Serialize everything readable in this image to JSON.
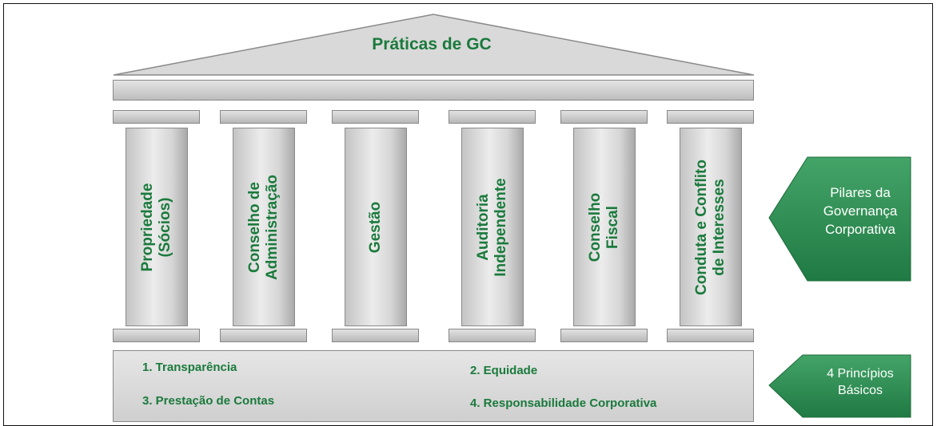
{
  "roof": {
    "title": "Práticas de GC"
  },
  "pillars": [
    {
      "line1": "Propriedade",
      "line2": "(Sócios)"
    },
    {
      "line1": "Conselho de",
      "line2": "Administração"
    },
    {
      "line1": "Gestão",
      "line2": ""
    },
    {
      "line1": "Auditoria",
      "line2": "Independente"
    },
    {
      "line1": "Conselho",
      "line2": "Fiscal"
    },
    {
      "line1": "Conduta e Conflito",
      "line2": "de Interesses"
    }
  ],
  "principles": [
    "1. Transparência",
    "2. Equidade",
    "3. Prestação de Contas",
    "4. Responsabilidade Corporativa"
  ],
  "labels": {
    "pillars_arrow": {
      "line1": "Pilares da",
      "line2": "Governança",
      "line3": "Corporativa"
    },
    "principles_arrow": {
      "line1": "4 Princípios",
      "line2": "Básicos"
    }
  },
  "colors": {
    "accent_green": "#1a7a3c",
    "arrow_green": "#2e8b50"
  }
}
